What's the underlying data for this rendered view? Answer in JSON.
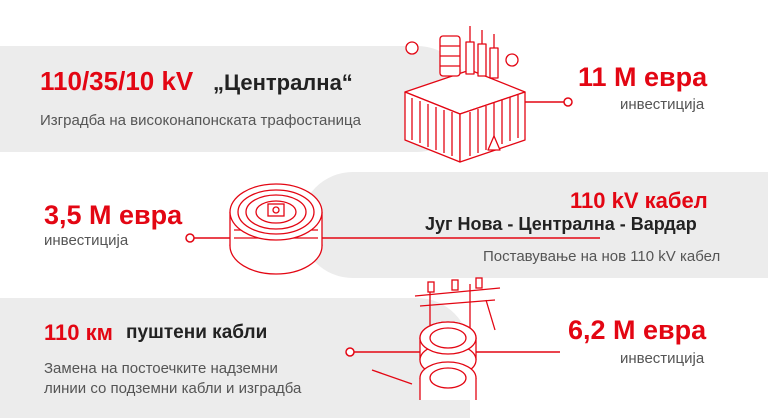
{
  "section1": {
    "title_red": "110/35/10 kV",
    "title_dark": "„Централна“",
    "description": "Изградба на високонапонската трафостаница",
    "amount": "11 М евра",
    "amount_label": "инвестиција"
  },
  "section2": {
    "amount": "3,5 М евра",
    "amount_label": "инвестиција",
    "title_red": "110 kV кабел",
    "route": "Југ Нова - Централна - Вардар",
    "description": "Поставување на нов 110 kV кабел"
  },
  "section3": {
    "title_red": "110 км",
    "title_dark": "пуштени кабли",
    "description_line1": "Замена на постоечките надземни",
    "description_line2": "линии со подземни кабли и изградба",
    "amount": "6,2 М евра",
    "amount_label": "инвестиција"
  },
  "colors": {
    "accent": "#e30613",
    "band": "#ececec",
    "text": "#333333"
  }
}
